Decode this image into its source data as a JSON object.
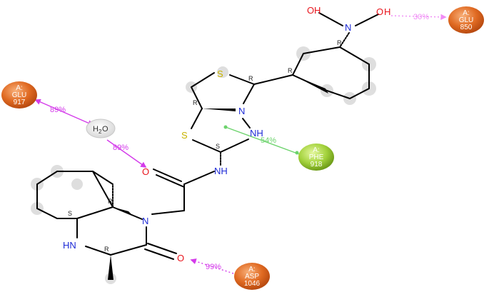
{
  "colors": {
    "bond": "#000000",
    "shadow": "#d4d4d4",
    "oxygen": "#e8141c",
    "nitrogen": "#1e2bd6",
    "sulfur": "#c8b400",
    "hbond_magenta": "#d43bea",
    "hbond_light": "#f08cf5",
    "pi_green": "#6cd36c",
    "glu_residue": "#e07028",
    "asp_residue": "#e07028",
    "phe_residue": "#9ed43a"
  },
  "atoms": {
    "o_hydroxyl_1": "O",
    "h_hydroxyl_1": "H",
    "o_hydroxyl_2": "O",
    "h_hydroxyl_2": "H",
    "n_hydroxylamine": "N",
    "s_thiazolidine_upper": "S",
    "n_bridge": "N",
    "nh_thiazolidine": "NH",
    "s_thiazolidine_lower": "S",
    "nh_amide": "NH",
    "o_amide": "O",
    "n_piperazinone": "N",
    "hn_piperazinone": "HN",
    "o_lactam": "O"
  },
  "stereo_labels": {
    "cyclohexyl_top": "R",
    "cyclohexyl_attach": "R",
    "thiazolidine_c1": "R",
    "bridgehead": "R",
    "aminal": "S",
    "decahydro_upper": "R",
    "decahydro_lower": "S",
    "methyl_center": "R"
  },
  "water": {
    "label": "H",
    "subscript": "2",
    "suffix": "O"
  },
  "residues": [
    {
      "id": "glu850",
      "chain": "A:",
      "name": "GLU",
      "number": "850"
    },
    {
      "id": "glu917",
      "chain": "A:",
      "name": "GLU",
      "number": "917"
    },
    {
      "id": "phe918",
      "chain": "A:",
      "name": "PHE",
      "number": "918"
    },
    {
      "id": "asp1046",
      "chain": "A:",
      "name": "ASP",
      "number": "1046"
    }
  ],
  "interactions": {
    "glu850": "30%",
    "glu917_water": "89%",
    "water_o_amide": "89%",
    "phe918": "54%",
    "asp1046": "99%"
  }
}
